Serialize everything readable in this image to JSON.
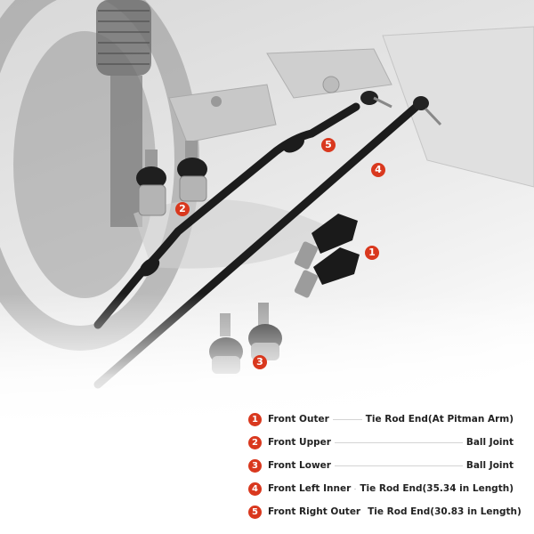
{
  "image": {
    "description": "Steering and suspension kit product composite over grayscale vehicle undercarriage background",
    "colors": {
      "badge": "#d9381e",
      "text": "#222222",
      "leader_line": "#d4d4d4",
      "parts": "#1a1a1a"
    }
  },
  "callouts": [
    {
      "num": "1",
      "label_ref": "Front Outer Tie Rod End"
    },
    {
      "num": "2",
      "label_ref": "Front Upper Ball Joint"
    },
    {
      "num": "3",
      "label_ref": "Front Lower Ball Joint"
    },
    {
      "num": "4",
      "label_ref": "Front Left Inner Tie Rod End"
    },
    {
      "num": "5",
      "label_ref": "Front Right Outer Tie Rod End"
    }
  ],
  "legend": [
    {
      "num": "1",
      "position": "Front Outer",
      "part": "Tie Rod End(At Pitman Arm)"
    },
    {
      "num": "2",
      "position": "Front Upper",
      "part": "Ball Joint"
    },
    {
      "num": "3",
      "position": "Front Lower",
      "part": "Ball Joint"
    },
    {
      "num": "4",
      "position": "Front Left Inner",
      "part": "Tie Rod End(35.34 in Length)"
    },
    {
      "num": "5",
      "position": "Front Right Outer",
      "part": "Tie Rod End(30.83 in Length)"
    }
  ]
}
